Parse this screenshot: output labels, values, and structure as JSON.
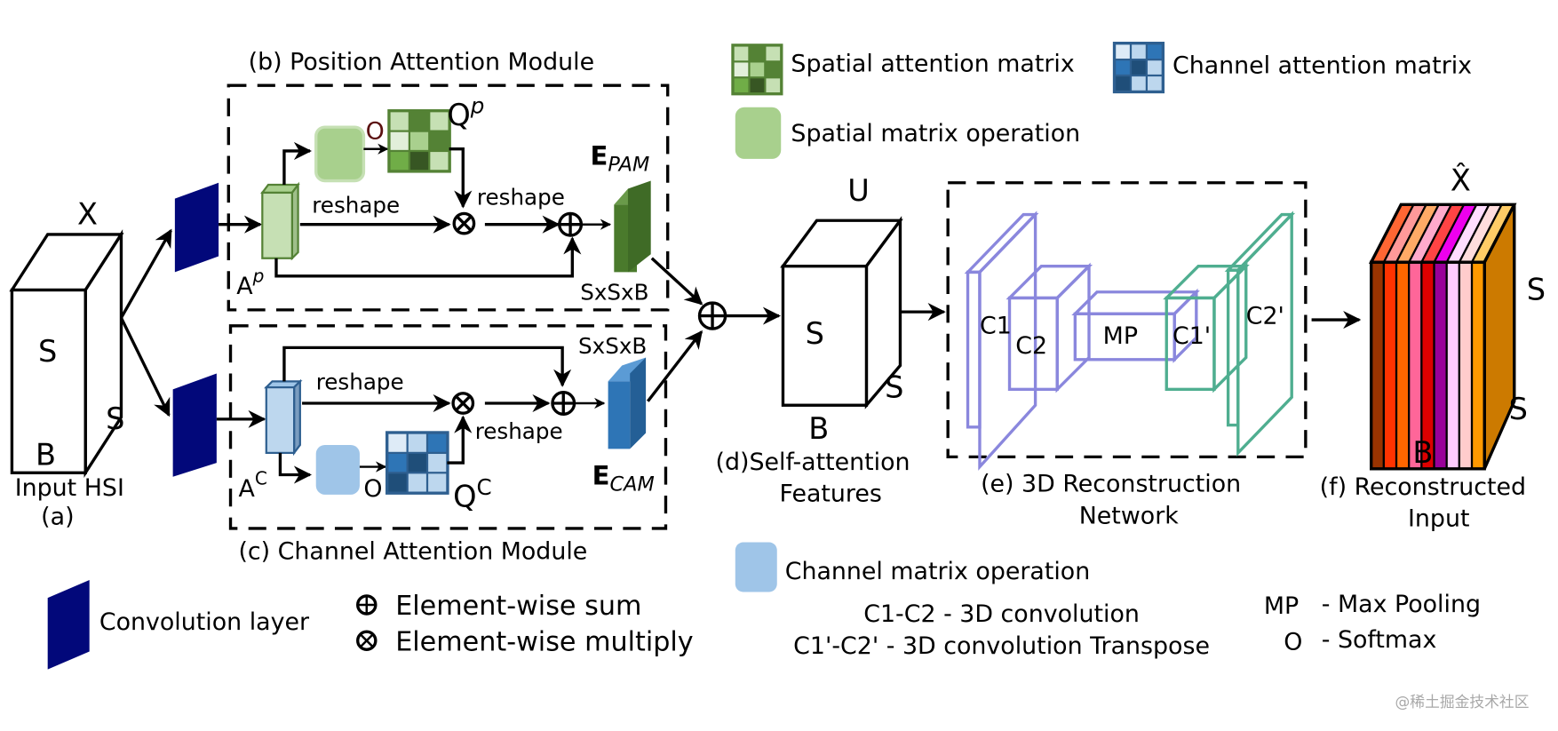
{
  "colors": {
    "conv_layer": "#02087a",
    "spatial_op": "#a8d08d",
    "channel_op": "#9fc5e8",
    "pam_output": "#4a7a2c",
    "cam_output": "#2e6fb0",
    "encoder_outline": "#8a87dd",
    "decoder_outline": "#4fae90",
    "spatial_matrix": [
      "#c6e0b4",
      "#548235",
      "#c6e0b4",
      "#e2efda",
      "#a9d08e",
      "#548235",
      "#70ad47",
      "#375623",
      "#c6e0b4"
    ],
    "channel_matrix": [
      "#deebf7",
      "#bdd7ee",
      "#2e75b6",
      "#2e75b6",
      "#1f4e79",
      "#bdd7ee",
      "#1f4e79",
      "#bdd7ee",
      "#bdd7ee"
    ],
    "reconstructed_bands": [
      "#993300",
      "#ff3300",
      "#ff6600",
      "#ff6699",
      "#dd0000",
      "#990099",
      "#ffccff",
      "#ffcccc",
      "#ff9900"
    ],
    "reconstructed_top_bands": [
      "#ff6633",
      "#ff9999",
      "#ffaa66",
      "#ffaacc",
      "#ff4444",
      "#ee00ee",
      "#ffddff",
      "#ffdddd",
      "#ffcc66"
    ],
    "reconstructed_side": "#cc7a00"
  },
  "input": {
    "symbol": "X",
    "face_label": "S",
    "depth_label": "S",
    "bottom_label": "B",
    "caption": "Input HSI",
    "tag": "(a)"
  },
  "pam": {
    "title": "(b)  Position Attention Module",
    "feature_label": "A",
    "feature_sup": "p",
    "softmax_symbol": "O",
    "matrix_label": "Q",
    "matrix_sup": "p",
    "reshape_1": "reshape",
    "reshape_2": "reshape",
    "output_label": "E",
    "output_sub": "PAM",
    "size_label": "SxSxB"
  },
  "cam": {
    "title": "(c) Channel Attention Module",
    "feature_label": "A",
    "feature_sup": "C",
    "softmax_symbol": "O",
    "matrix_label": "Q",
    "matrix_sup": "C",
    "reshape_1": "reshape",
    "reshape_2": "reshape",
    "output_label": "E",
    "output_sub": "CAM",
    "size_label": "SxSxB"
  },
  "self_attention": {
    "symbol": "U",
    "face_label": "S",
    "depth_label": "S",
    "bottom_label": "B",
    "caption_1": "(d)Self-attention",
    "caption_2": "Features"
  },
  "reconstruction": {
    "layers": [
      "C1",
      "C2",
      "MP",
      "C1'",
      "C2'"
    ],
    "caption_1": "(e) 3D Reconstruction",
    "caption_2": "Network"
  },
  "output": {
    "symbol": "X̂",
    "depth_label": "S",
    "side_label": "S",
    "bottom_label": "B",
    "caption_1": "(f) Reconstructed",
    "caption_2": "Input"
  },
  "legend": {
    "spatial_attention_matrix": "Spatial attention matrix",
    "channel_attention_matrix": "Channel attention matrix",
    "spatial_matrix_operation": "Spatial matrix operation",
    "channel_matrix_operation": "Channel matrix operation",
    "convolution_layer": "Convolution layer",
    "element_wise_sum": "Element-wise sum",
    "element_wise_multiply": "Element-wise multiply",
    "conv3d": "C1-C2 - 3D convolution",
    "conv3d_transpose": "C1'-C2' - 3D convolution Transpose",
    "mp_key": "MP",
    "mp_value": "- Max Pooling",
    "softmax_key": "O",
    "softmax_value": "- Softmax"
  },
  "watermark": "@稀土掘金技术社区"
}
